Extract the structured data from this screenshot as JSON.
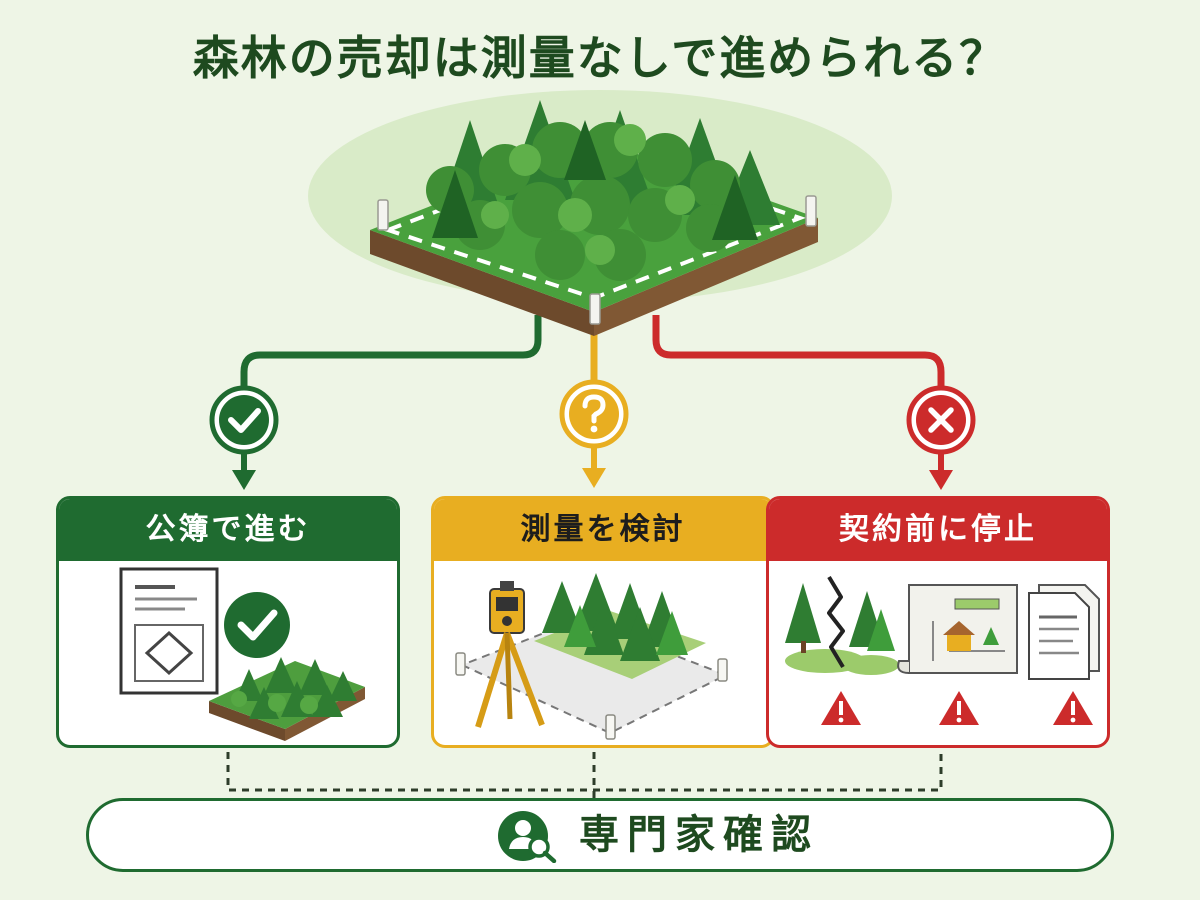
{
  "title": "森林の売却は測量なしで進められる？",
  "colors": {
    "green": "#1f6b30",
    "yellow": "#e8ae21",
    "red": "#cc2b2b",
    "title": "#1e4a1f",
    "background": "#eef5e6"
  },
  "center": {
    "image": "forest-plot-icon"
  },
  "branches": [
    {
      "id": "green",
      "status_icon": "check-icon",
      "label": "公簿で進む",
      "art": [
        "document-icon",
        "check-icon",
        "forest-plot-icon"
      ]
    },
    {
      "id": "yellow",
      "status_icon": "question-icon",
      "label": "測量を検討",
      "art": [
        "survey-tripod-icon",
        "forest-plot-icon"
      ]
    },
    {
      "id": "red",
      "status_icon": "cross-icon",
      "label": "契約前に停止",
      "art": [
        "boundary-dispute-icon",
        "map-icon",
        "documents-icon",
        "warning-icon",
        "warning-icon",
        "warning-icon"
      ]
    }
  ],
  "expert": {
    "label": "専門家確認",
    "icon": "person-search-icon"
  }
}
